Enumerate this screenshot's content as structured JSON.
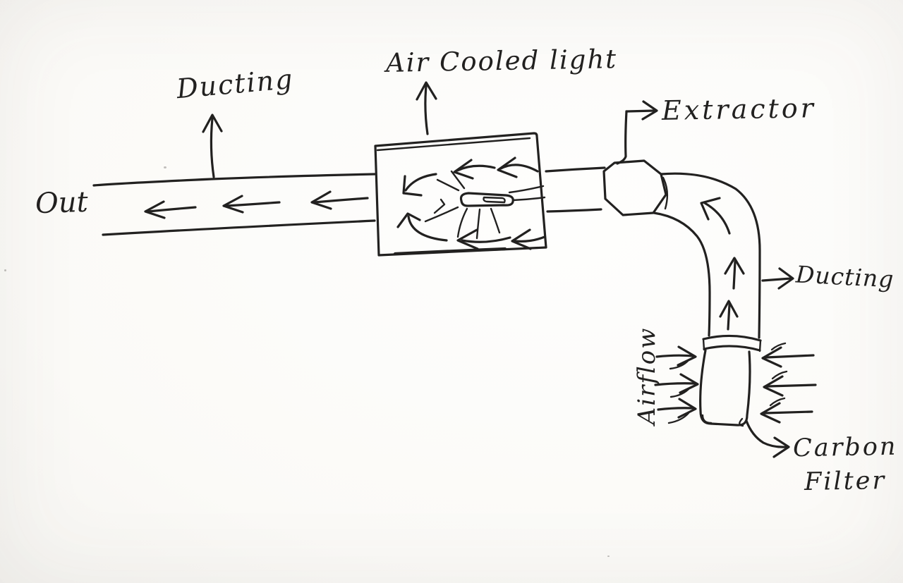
{
  "palette": {
    "ink": "#222120",
    "paper": "#fbfaf7"
  },
  "labels": {
    "out": "Out",
    "ducting_left": "Ducting",
    "air_cooled_light": "Air Cooled light",
    "extractor": "Extractor",
    "ducting_right": "Ducting",
    "airflow": "Airflow",
    "carbon_line1": "Carbon",
    "carbon_line2": "Filter"
  }
}
